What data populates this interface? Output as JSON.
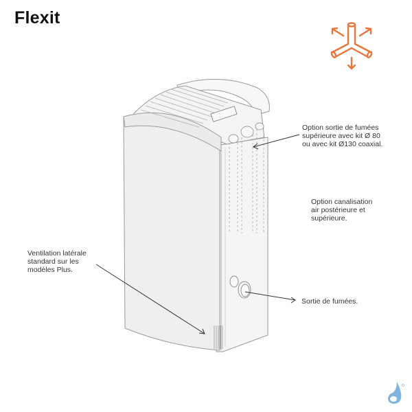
{
  "brand": {
    "title": "Flexit"
  },
  "icons": {
    "top_right": "flue-directions-icon",
    "bottom_right": "water-drop-logo-icon",
    "accent_color": "#e8753a",
    "logo_color": "#7fb3e0"
  },
  "annotations": {
    "top_flue": "Option sortie de fumées\nsupérieure avec kit Ø 80\nou avec kit Ø130 coaxial.",
    "ducting": "Option canalisation\nair postérieure et\nsupérieure.",
    "side_vent": "Ventilation latérale\nstandard sur les\nmodèles Plus.",
    "rear_flue": "Sortie de fumées."
  }
}
